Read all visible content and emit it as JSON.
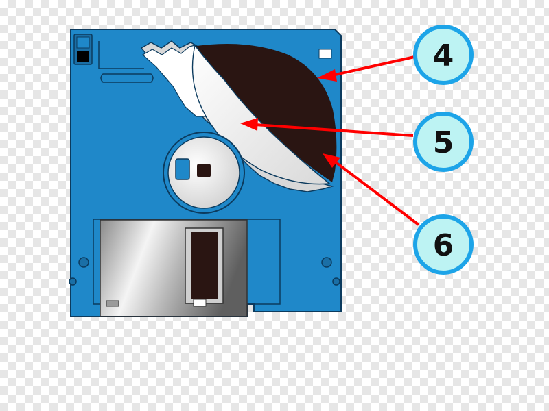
{
  "callouts": [
    {
      "label": "4",
      "target": "dark-disk-region"
    },
    {
      "label": "5",
      "target": "white-disk-region"
    },
    {
      "label": "6",
      "target": "disk-edge"
    }
  ],
  "colors": {
    "disk_shell": "#1f88c9",
    "disk_shell_stroke": "#0c3b5e",
    "magnetic_media": "#2a1512",
    "media_white": "#ffffff",
    "shutter_light": "#f2f2f2",
    "shutter_dark": "#7d7d7d",
    "arrow": "#ff0000",
    "callout_fill": "#bdf3f3",
    "callout_ring": "#1da4e8"
  }
}
